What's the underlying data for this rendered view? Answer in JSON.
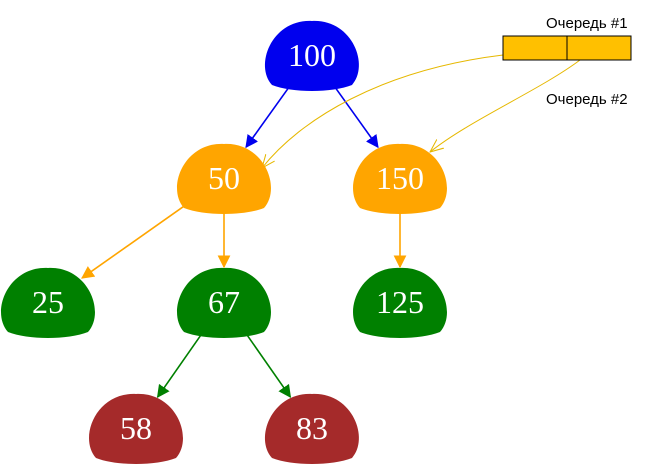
{
  "colors": {
    "root": "#0000ee",
    "level1": "#ffa500",
    "level2": "#008000",
    "level3": "#a52a2a",
    "queue_fill": "#ffc000",
    "queue_pointer": "#e6b800"
  },
  "tree": {
    "nodes": [
      {
        "id": "n100",
        "label": "100",
        "level": 0
      },
      {
        "id": "n50",
        "label": "50",
        "level": 1
      },
      {
        "id": "n150",
        "label": "150",
        "level": 1
      },
      {
        "id": "n25",
        "label": "25",
        "level": 2
      },
      {
        "id": "n67",
        "label": "67",
        "level": 2
      },
      {
        "id": "n125",
        "label": "125",
        "level": 2
      },
      {
        "id": "n58",
        "label": "58",
        "level": 3
      },
      {
        "id": "n83",
        "label": "83",
        "level": 3
      }
    ],
    "edges": [
      {
        "from": "n100",
        "to": "n50"
      },
      {
        "from": "n100",
        "to": "n150"
      },
      {
        "from": "n50",
        "to": "n25"
      },
      {
        "from": "n50",
        "to": "n67"
      },
      {
        "from": "n150",
        "to": "n125"
      },
      {
        "from": "n67",
        "to": "n58"
      },
      {
        "from": "n67",
        "to": "n83"
      }
    ]
  },
  "queue": {
    "label1": "Очередь #1",
    "label2": "Очередь #2",
    "cells": 2,
    "pointers": [
      {
        "cell": 0,
        "to": "n50"
      },
      {
        "cell": 1,
        "to": "n150"
      }
    ]
  }
}
